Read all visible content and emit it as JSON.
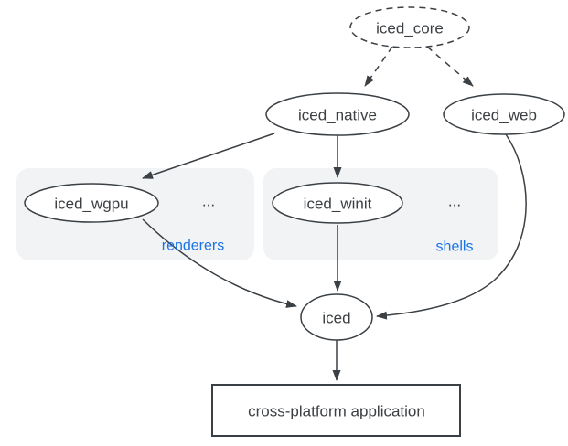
{
  "diagram": {
    "type": "dependency-graph",
    "nodes": {
      "core": {
        "label": "iced_core",
        "shape": "ellipse",
        "border": "dashed"
      },
      "native": {
        "label": "iced_native",
        "shape": "ellipse",
        "border": "solid"
      },
      "web": {
        "label": "iced_web",
        "shape": "ellipse",
        "border": "solid"
      },
      "wgpu": {
        "label": "iced_wgpu",
        "shape": "ellipse",
        "border": "solid"
      },
      "winit": {
        "label": "iced_winit",
        "shape": "ellipse",
        "border": "solid"
      },
      "iced": {
        "label": "iced",
        "shape": "ellipse",
        "border": "solid"
      },
      "app": {
        "label": "cross-platform application",
        "shape": "rectangle",
        "border": "solid"
      }
    },
    "groups": {
      "renderers": {
        "label": "renderers",
        "more": "...",
        "members": [
          "iced_wgpu"
        ]
      },
      "shells": {
        "label": "shells",
        "more": "...",
        "members": [
          "iced_winit"
        ]
      }
    },
    "edges": [
      {
        "from": "iced_core",
        "to": "iced_native",
        "style": "dashed"
      },
      {
        "from": "iced_core",
        "to": "iced_web",
        "style": "dashed"
      },
      {
        "from": "iced_native",
        "to": "iced_wgpu",
        "style": "solid"
      },
      {
        "from": "iced_native",
        "to": "iced_winit",
        "style": "solid"
      },
      {
        "from": "iced_wgpu",
        "to": "iced",
        "style": "solid"
      },
      {
        "from": "iced_winit",
        "to": "iced",
        "style": "solid"
      },
      {
        "from": "iced_web",
        "to": "iced",
        "style": "solid"
      },
      {
        "from": "iced",
        "to": "cross-platform application",
        "style": "solid"
      }
    ],
    "colors": {
      "background": "#ffffff",
      "node_stroke": "#3b4045",
      "node_fill": "#ffffff",
      "text": "#3c4043",
      "group_fill": "#f1f3f4",
      "group_label": "#1a73e8"
    }
  }
}
